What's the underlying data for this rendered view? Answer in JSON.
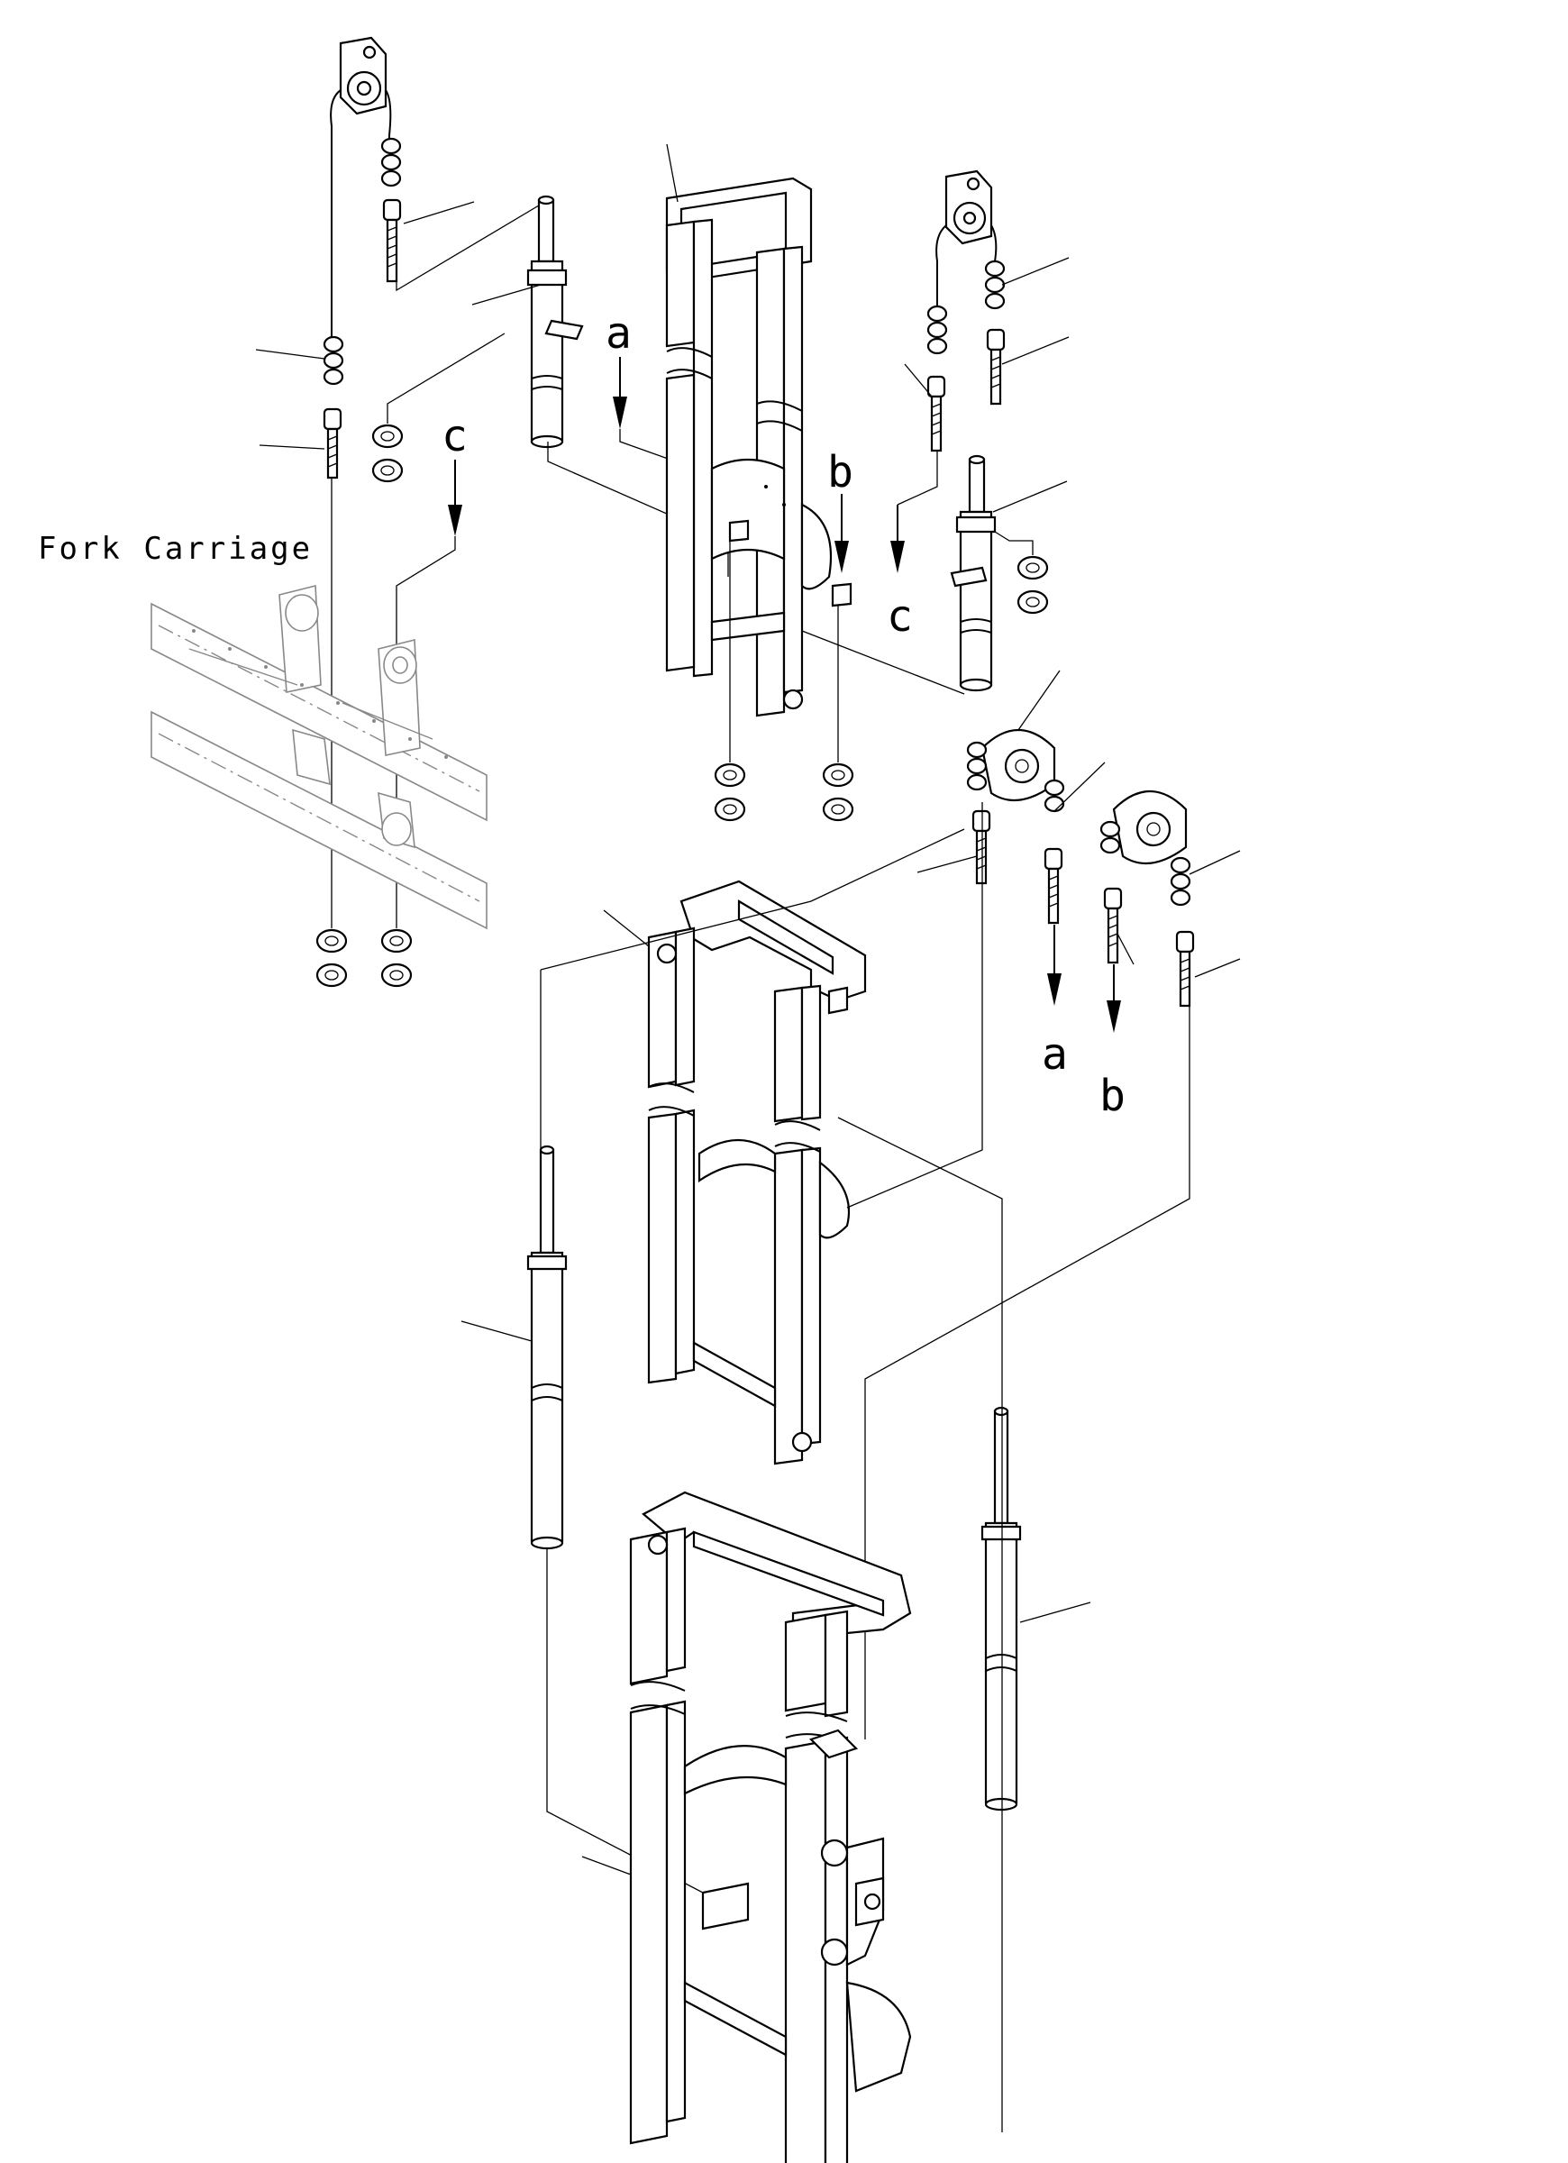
{
  "labels": {
    "fork_carriage": "Fork Carriage",
    "ref_a_top": "a",
    "ref_b_top": "b",
    "ref_c_left": "c",
    "ref_c_right": "c",
    "ref_a_bottom": "a",
    "ref_b_bottom": "b"
  }
}
